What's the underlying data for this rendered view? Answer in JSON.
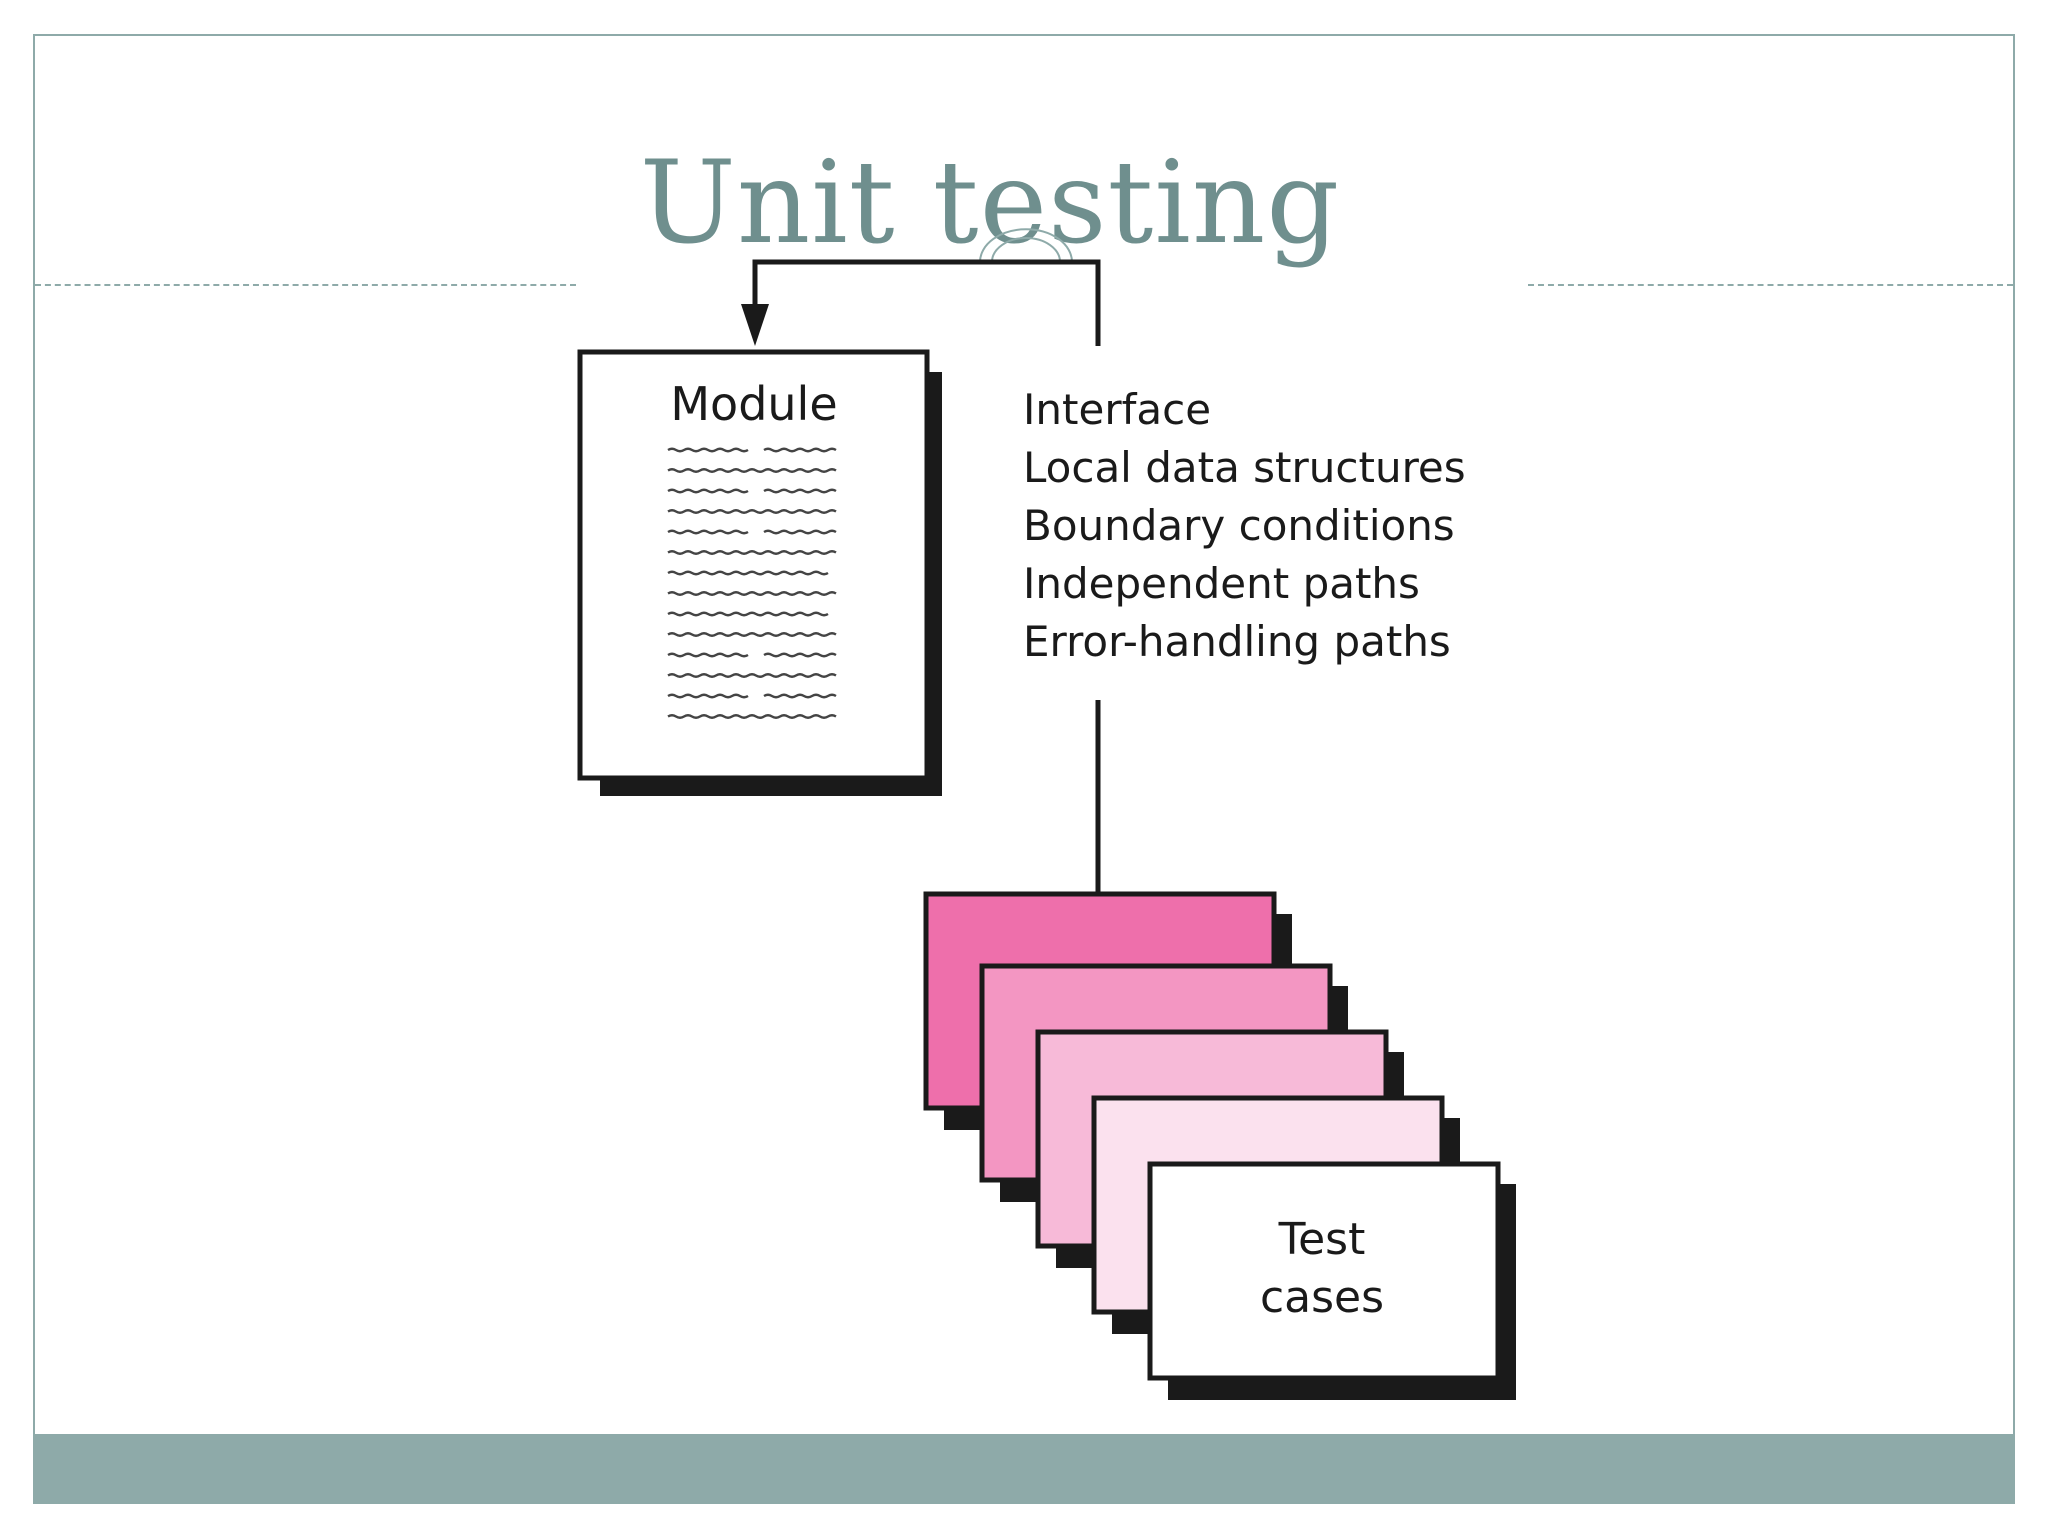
{
  "slide": {
    "title": "Unit testing"
  },
  "diagram": {
    "module_label": "Module",
    "aspects": [
      "Interface",
      "Local data structures",
      "Boundary conditions",
      "Independent paths",
      "Error-handling paths"
    ],
    "test_cases_label_line1": "Test",
    "test_cases_label_line2": "cases"
  },
  "colors": {
    "accent": "#8eaaa9",
    "title": "#6f8f8e",
    "card_fills": [
      "#ee6fab",
      "#f396c2",
      "#f7bad8",
      "#fbe1ee",
      "#ffffff"
    ]
  }
}
